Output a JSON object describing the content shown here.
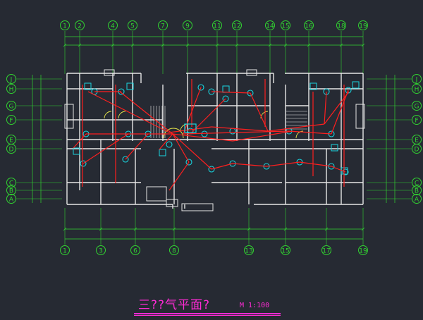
{
  "drawing": {
    "title": "三??气平面?",
    "scale_label": "M 1:100",
    "top_axes": [
      "1",
      "2",
      "4",
      "5",
      "7",
      "9",
      "11",
      "12",
      "14",
      "15",
      "16",
      "18",
      "19"
    ],
    "bottom_axes": [
      "1",
      "3",
      "6",
      "8",
      "13",
      "15",
      "17",
      "19"
    ],
    "left_axes": [
      "J",
      "H",
      "G",
      "F",
      "E",
      "D",
      "C",
      "B",
      "A"
    ],
    "right_axes": [
      "J",
      "H",
      "G",
      "F",
      "E",
      "D",
      "C",
      "B",
      "A"
    ],
    "colors": {
      "background": "#262a33",
      "axis": "#31d431",
      "walls": "#e6e6e6",
      "wiring": "#ff1f1f",
      "fixtures": "#19d6e0",
      "text_yellow": "#e6e64a",
      "title": "#ff2bd6"
    }
  }
}
